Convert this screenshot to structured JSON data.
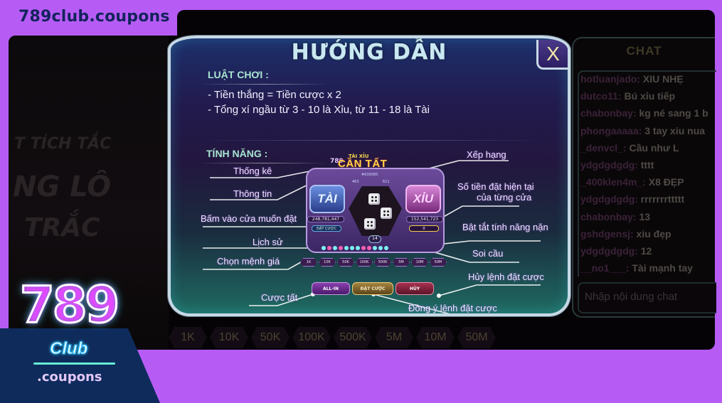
{
  "site": {
    "title": "789club.coupons",
    "brand_number": "789",
    "brand_word": "Club",
    "brand_suffix": ".coupons"
  },
  "colors": {
    "page_bg": "#b65cf5",
    "site_title": "#13235b",
    "brand_panel": "#0e2b5c",
    "modal_border": "#c8d9e6",
    "modal_title": "#c9e8f2",
    "section_head": "#a9e6d0",
    "label_text": "#efe4ff",
    "close_x": "#f2e9a8"
  },
  "background": {
    "poster_text": [
      "T TÍCH TẮC",
      "NG LÔ",
      "TRẮC"
    ],
    "chips": [
      "1K",
      "10K",
      "50K",
      "100K",
      "500K",
      "5M",
      "10M",
      "50M"
    ]
  },
  "modal": {
    "title": "HƯỚNG DẪN",
    "close_label": "X",
    "rules_heading": "LUẬT CHƠI :",
    "rules": [
      "- Tiền thắng =  Tiền cược x 2",
      "- Tổng xí ngầu từ 3 - 10 là Xỉu, từ 11 - 18 là Tài"
    ],
    "features_heading": "TÍNH NĂNG :",
    "labels_left": {
      "thong_ke": "Thống kê",
      "thong_tin": "Thông tin",
      "bam_vao_cua": "Bấm vào cửa muốn đặt",
      "lich_su": "Lịch sử",
      "chon_menh_gia": "Chọn mệnh giá",
      "cuoc_tat": "Cược tất"
    },
    "labels_right": {
      "xep_hang": "Xếp hạng",
      "so_tien_line1": "Số tiền đặt hiện tại",
      "so_tien_line2": "của từng cửa",
      "bat_tat_nan": "Bật tắt tính năng nặn",
      "soi_cau": "Soi cầu",
      "huy_lenh": "Hủy lệnh đặt cược",
      "dong_y_lenh": "Đồng ý lệnh đặt cược"
    },
    "mini_game": {
      "logo_top": "TÀI XỈU",
      "logo_main": "CẦN TẤT",
      "logo_num": "789",
      "session": "#639085",
      "count_tai": "463",
      "count_xiu": "611",
      "tai_label": "TÀI",
      "xiu_label": "XỈU",
      "tai_amount": "248,781,447",
      "xiu_amount": "152,541,723",
      "bet_button": "ĐẶT CƯỢC",
      "bet_value": "0",
      "timer": "14",
      "history_dots": [
        "#7ef2f2",
        "#ff5fb0",
        "#7ef2f2",
        "#ff5fb0",
        "#7ef2f2",
        "#7ef2f2",
        "#7ef2f2",
        "#ff5fb0",
        "#ff5fb0",
        "#7ef2f2",
        "#7ef2f2",
        "#7ef2f2"
      ],
      "chips": [
        "1K",
        "10K",
        "50K",
        "100K",
        "500K",
        "5M",
        "10M",
        "50M"
      ],
      "action_allin": "ALL-IN",
      "action_bet": "ĐẶT CƯỢC",
      "action_cancel": "HỦY"
    }
  },
  "chat": {
    "title": "CHAT",
    "messages": [
      {
        "user": "hotluanjado:",
        "text": " XIU NHẸ"
      },
      {
        "user": "dutco11:",
        "text": " Bú xỉu tiếp"
      },
      {
        "user": "chabonbay:",
        "text": " kg né sang 1 b"
      },
      {
        "user": "phongaaaaa:",
        "text": " 3 tay xiu nua"
      },
      {
        "user": "_denvcl_:",
        "text": " Cầu như L"
      },
      {
        "user": "ydgdgdgdg:",
        "text": " tttt"
      },
      {
        "user": "_400klen4m_:",
        "text": " X8 ĐẸP"
      },
      {
        "user": "ydgdgdgdg:",
        "text": " rrrrrrrttttt"
      },
      {
        "user": "chabonbay:",
        "text": " 13"
      },
      {
        "user": "gshdgensj:",
        "text": " xiu đẹp"
      },
      {
        "user": "ydgdgdgdg:",
        "text": " 12"
      },
      {
        "user": "__no1___:",
        "text": " Tài mạnh tay"
      }
    ],
    "input_placeholder": "Nhập nội dung chat"
  }
}
